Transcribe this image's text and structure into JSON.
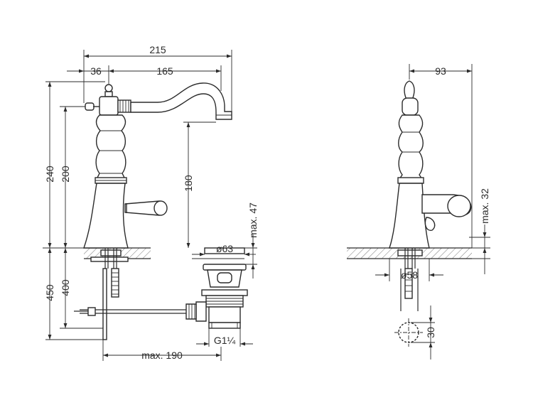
{
  "dimensions": {
    "overall_reach": "215",
    "handle_offset": "36",
    "spout_reach": "165",
    "side_depth": "93",
    "total_height": "240",
    "handle_height": "200",
    "spout_clearance": "180",
    "drain_height": "max. 47",
    "side_max": "max. 32",
    "below_450": "450",
    "below_400": "400",
    "drain_diameter": "ø63",
    "base_diameter": "ø58",
    "thread": "G1¼",
    "rod_length": "max. 190",
    "hole_diameter": "30"
  }
}
